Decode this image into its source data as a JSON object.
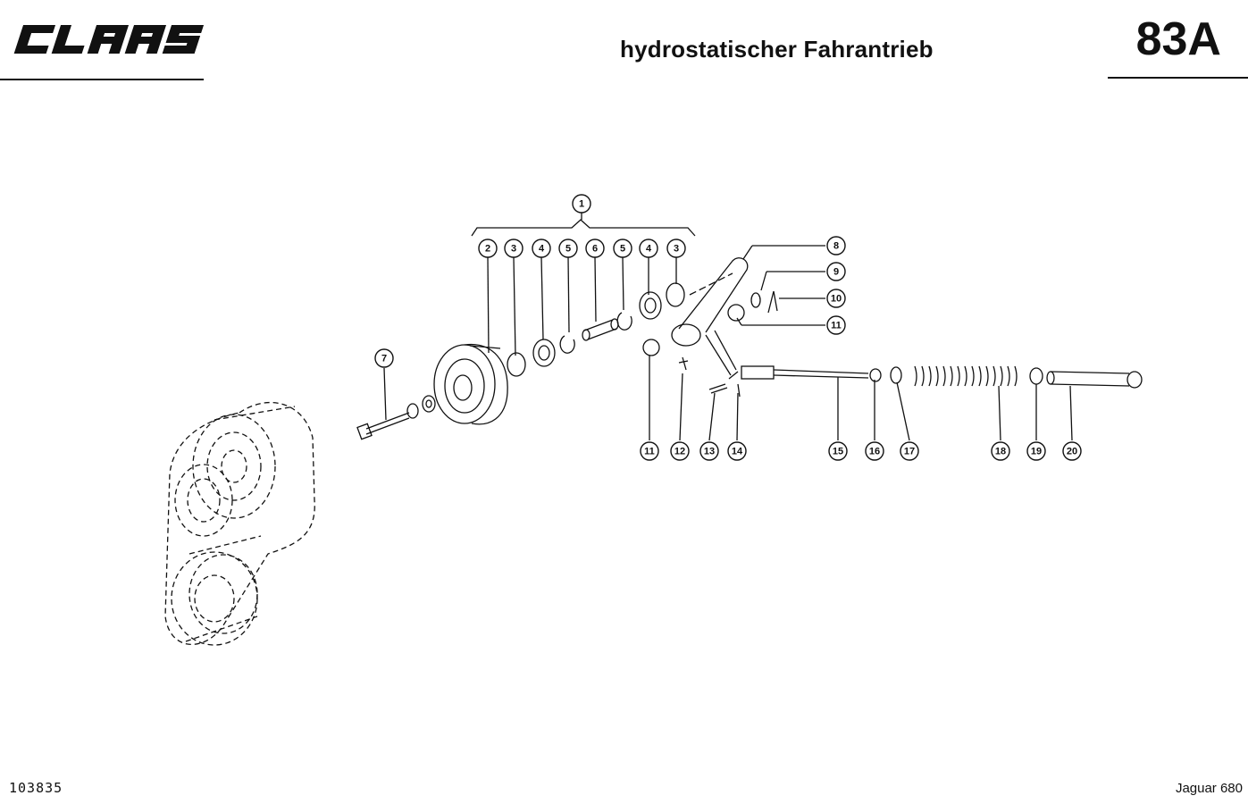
{
  "header": {
    "logo_text": "CLAAS",
    "title": "hydrostatischer Fahrantrieb",
    "page_number": "83A"
  },
  "footer": {
    "document_number": "103835",
    "model": "Jaguar 680"
  },
  "diagram": {
    "callouts": [
      {
        "label": "1"
      },
      {
        "label": "2"
      },
      {
        "label": "3"
      },
      {
        "label": "4"
      },
      {
        "label": "5"
      },
      {
        "label": "6"
      },
      {
        "label": "5"
      },
      {
        "label": "4"
      },
      {
        "label": "3"
      },
      {
        "label": "8"
      },
      {
        "label": "9"
      },
      {
        "label": "10"
      },
      {
        "label": "11"
      },
      {
        "label": "7"
      },
      {
        "label": "11"
      },
      {
        "label": "12"
      },
      {
        "label": "13"
      },
      {
        "label": "14"
      },
      {
        "label": "15"
      },
      {
        "label": "16"
      },
      {
        "label": "17"
      },
      {
        "label": "18"
      },
      {
        "label": "19"
      },
      {
        "label": "20"
      }
    ]
  }
}
